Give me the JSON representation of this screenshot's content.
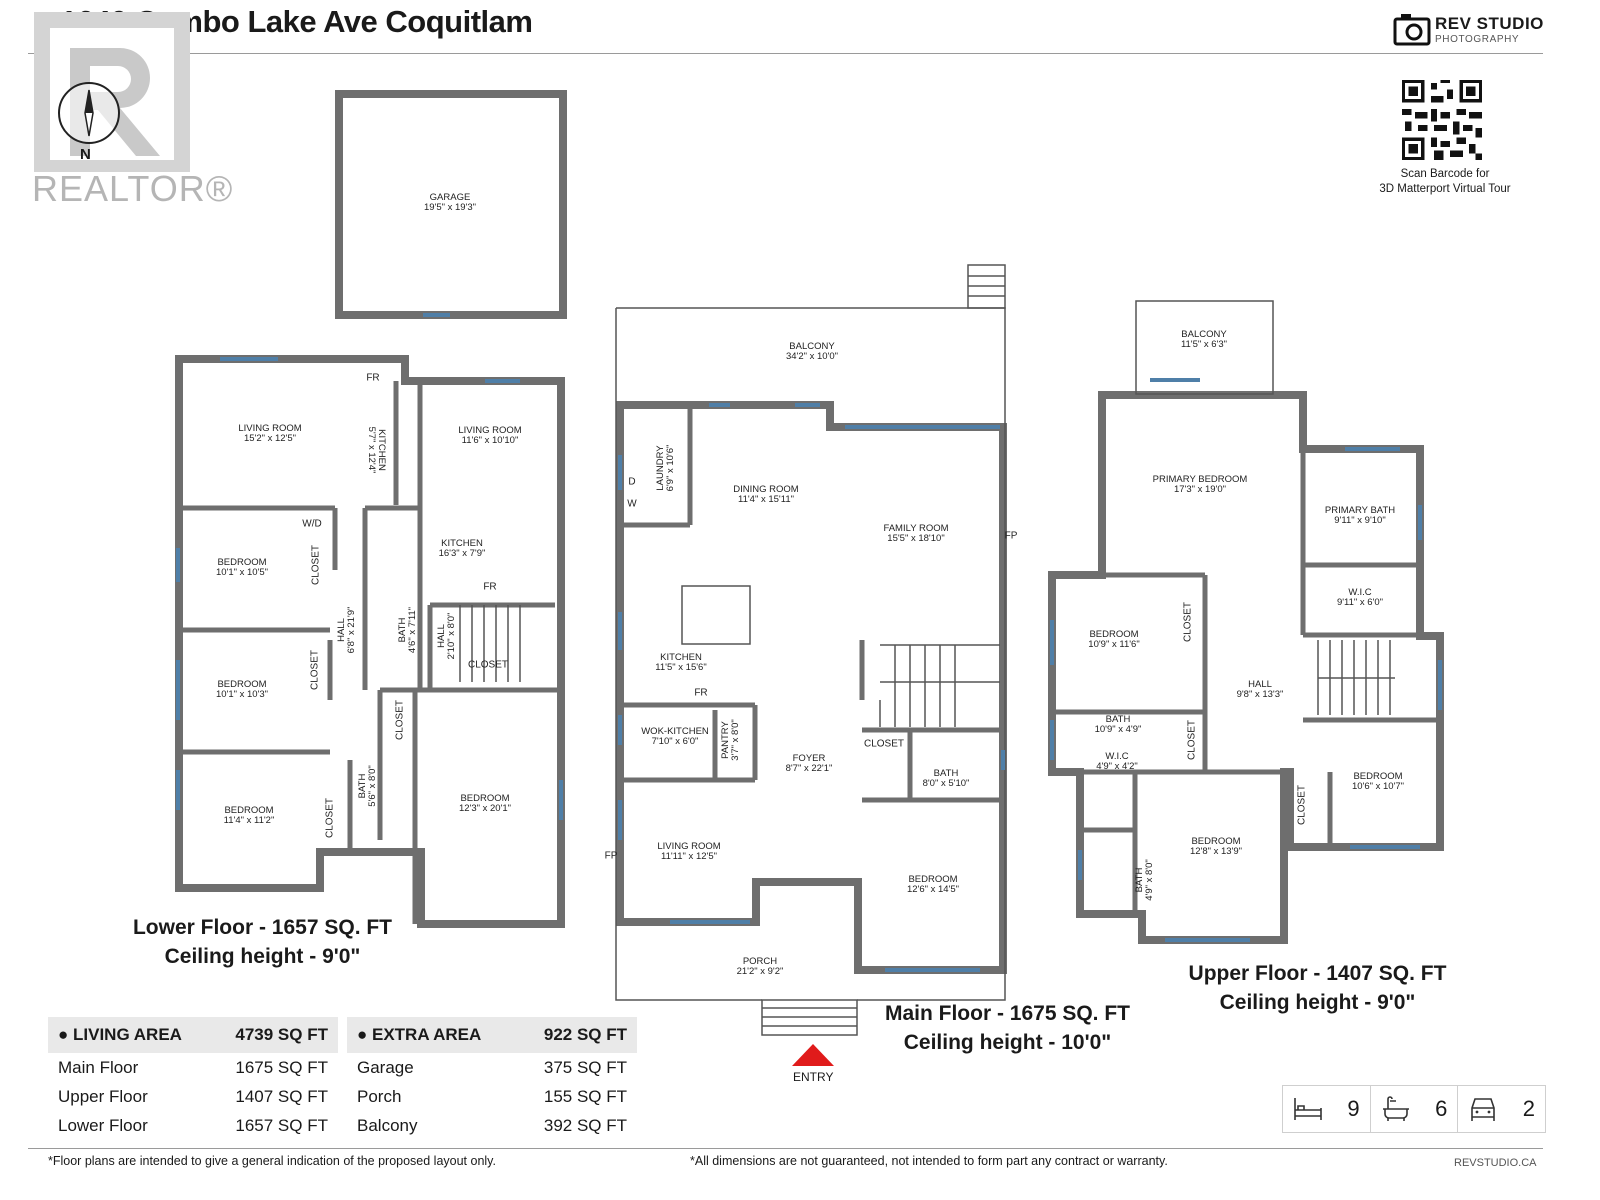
{
  "header": {
    "title": "1640 Combo Lake Ave Coquitlam",
    "logo_main": "REV STUDIO",
    "logo_sub": "PHOTOGRAPHY",
    "qr_caption_1": "Scan Barcode for",
    "qr_caption_2": "3D Matterport Virtual Tour"
  },
  "watermark": {
    "text": "REALTOR®",
    "compass_label": "N"
  },
  "garage": {
    "name": "GARAGE",
    "dims": "19'5\" x 19'3\""
  },
  "lower": {
    "rooms": [
      {
        "name": "LIVING ROOM",
        "dims": "15'2\" x 12'5\""
      },
      {
        "name": "KITCHEN",
        "dims": "5'7\" x 12'4\""
      },
      {
        "name": "LIVING ROOM",
        "dims": "11'6\" x 10'10\""
      },
      {
        "name": "BEDROOM",
        "dims": "10'1\" x 10'5\""
      },
      {
        "name": "KITCHEN",
        "dims": "16'3\" x 7'9\""
      },
      {
        "name": "HALL",
        "dims": "6'8\" x 21'9\""
      },
      {
        "name": "BATH",
        "dims": "4'6\" x 7'11\""
      },
      {
        "name": "HALL",
        "dims": "2'10\" x 8'0\""
      },
      {
        "name": "BEDROOM",
        "dims": "10'1\" x 10'3\""
      },
      {
        "name": "BEDROOM",
        "dims": "11'4\" x 11'2\""
      },
      {
        "name": "BATH",
        "dims": "5'6\" x 8'0\""
      },
      {
        "name": "BEDROOM",
        "dims": "12'3\" x 20'1\""
      }
    ],
    "closets": [
      "CLOSET",
      "CLOSET",
      "CLOSET",
      "CLOSET",
      "CLOSET"
    ],
    "fixtures": {
      "fr1": "FR",
      "fr2": "FR",
      "wd": "W/D"
    },
    "caption_1": "Lower Floor - 1657 SQ. FT",
    "caption_2": "Ceiling height - 9'0\""
  },
  "main": {
    "rooms": [
      {
        "name": "BALCONY",
        "dims": "34'2\" x 10'0\""
      },
      {
        "name": "LAUNDRY",
        "dims": "6'9\" x 10'6\""
      },
      {
        "name": "DINING ROOM",
        "dims": "11'4\" x 15'11\""
      },
      {
        "name": "FAMILY ROOM",
        "dims": "15'5\" x 18'10\""
      },
      {
        "name": "KITCHEN",
        "dims": "11'5\" x 15'6\""
      },
      {
        "name": "WOK-KITCHEN",
        "dims": "7'10\" x 6'0\""
      },
      {
        "name": "PANTRY",
        "dims": "3'7\" x 8'0\""
      },
      {
        "name": "FOYER",
        "dims": "8'7\" x 22'1\""
      },
      {
        "name": "BATH",
        "dims": "8'0\" x 5'10\""
      },
      {
        "name": "LIVING ROOM",
        "dims": "11'11\" x 12'5\""
      },
      {
        "name": "BEDROOM",
        "dims": "12'6\" x 14'5\""
      },
      {
        "name": "PORCH",
        "dims": "21'2\" x 9'2\""
      }
    ],
    "closet": "CLOSET",
    "fixtures": {
      "d": "D",
      "w": "W",
      "fr": "FR",
      "fp1": "FP",
      "fp2": "FP"
    },
    "entry": "ENTRY",
    "caption_1": "Main Floor - 1675 SQ. FT",
    "caption_2": "Ceiling height - 10'0\""
  },
  "upper": {
    "rooms": [
      {
        "name": "BALCONY",
        "dims": "11'5\" x 6'3\""
      },
      {
        "name": "PRIMARY BEDROOM",
        "dims": "17'3\" x 19'0\""
      },
      {
        "name": "PRIMARY BATH",
        "dims": "9'11\" x 9'10\""
      },
      {
        "name": "W.I.C",
        "dims": "9'11\" x 6'0\""
      },
      {
        "name": "BEDROOM",
        "dims": "10'9\" x 11'6\""
      },
      {
        "name": "HALL",
        "dims": "9'8\" x 13'3\""
      },
      {
        "name": "BATH",
        "dims": "10'9\" x 4'9\""
      },
      {
        "name": "W.I.C",
        "dims": "4'9\" x 4'2\""
      },
      {
        "name": "BATH",
        "dims": "4'9\" x 8'0\""
      },
      {
        "name": "BEDROOM",
        "dims": "12'8\" x 13'9\""
      },
      {
        "name": "BEDROOM",
        "dims": "10'6\" x 10'7\""
      }
    ],
    "closets": [
      "CLOSET",
      "CLOSET",
      "CLOSET"
    ],
    "caption_1": "Upper Floor - 1407 SQ. FT",
    "caption_2": "Ceiling height - 9'0\""
  },
  "living_area": {
    "title": "LIVING AREA",
    "total": "4739 SQ FT",
    "rows": [
      {
        "label": "Main Floor",
        "value": "1675 SQ FT"
      },
      {
        "label": "Upper Floor",
        "value": "1407 SQ FT"
      },
      {
        "label": "Lower Floor",
        "value": "1657 SQ FT"
      }
    ]
  },
  "extra_area": {
    "title": "EXTRA AREA",
    "total": "922 SQ FT",
    "rows": [
      {
        "label": "Garage",
        "value": "375 SQ FT"
      },
      {
        "label": "Porch",
        "value": "155 SQ FT"
      },
      {
        "label": "Balcony",
        "value": "392 SQ FT"
      }
    ]
  },
  "stats": {
    "bedrooms": "9",
    "bathrooms": "6",
    "garage": "2"
  },
  "footer": {
    "left": "*Floor plans are intended to give a general indication of the proposed layout only.",
    "right": "*All dimensions are not guaranteed, not intended to form part any contract or warranty.",
    "site": "REVSTUDIO.CA"
  },
  "colors": {
    "wall": "#6e6e6e",
    "window": "#4f7fa8",
    "entry_arrow": "#e01b1b",
    "table_header": "#e9e9e9"
  }
}
